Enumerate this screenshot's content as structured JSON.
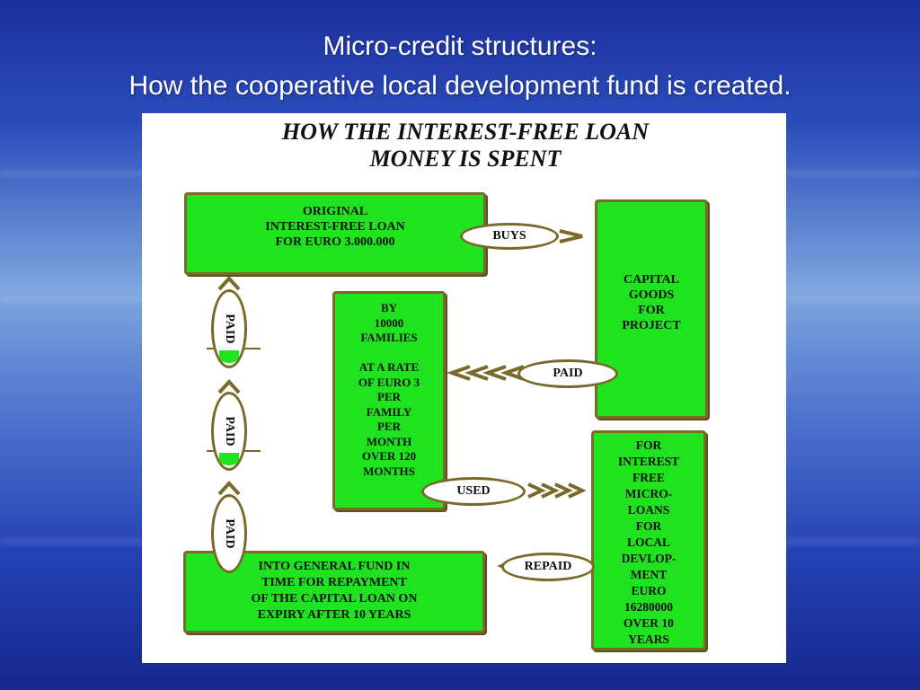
{
  "slide": {
    "title_line1": "Micro-credit structures:",
    "title_line2": "How the cooperative local development fund is created."
  },
  "diagram": {
    "heading_line1": "HOW THE INTEREST-FREE LOAN",
    "heading_line2": "MONEY IS SPENT",
    "boxes": {
      "original_loan": "ORIGINAL\nINTEREST-FREE LOAN\nFOR EURO 3.000.000",
      "capital_goods": "CAPITAL\nGOODS\nFOR\nPROJECT",
      "families": "BY\n10000\nFAMILIES\n\nAT A RATE\nOF EURO 3\nPER\nFAMILY\nPER\nMONTH\nOVER 120\nMONTHS",
      "micro_loans": "FOR\nINTEREST\nFREE\nMICRO-\nLOANS\nFOR\nLOCAL\nDEVLOP-\nMENT\nEURO\n16280000\nOVER 10\nYEARS",
      "general_fund": "INTO GENERAL FUND IN\nTIME FOR REPAYMENT\nOF THE CAPITAL LOAN ON\nEXPIRY AFTER 10 YEARS"
    },
    "labels": {
      "buys": "BUYS",
      "paid": "PAID",
      "used": "USED",
      "repaid": "REPAID",
      "paid_v1": "PAID",
      "paid_v2": "PAID",
      "paid_v3": "PAID"
    },
    "colors": {
      "box_fill": "#1fe31f",
      "border": "#7a6a2a",
      "background": "#2a4dbb"
    }
  }
}
